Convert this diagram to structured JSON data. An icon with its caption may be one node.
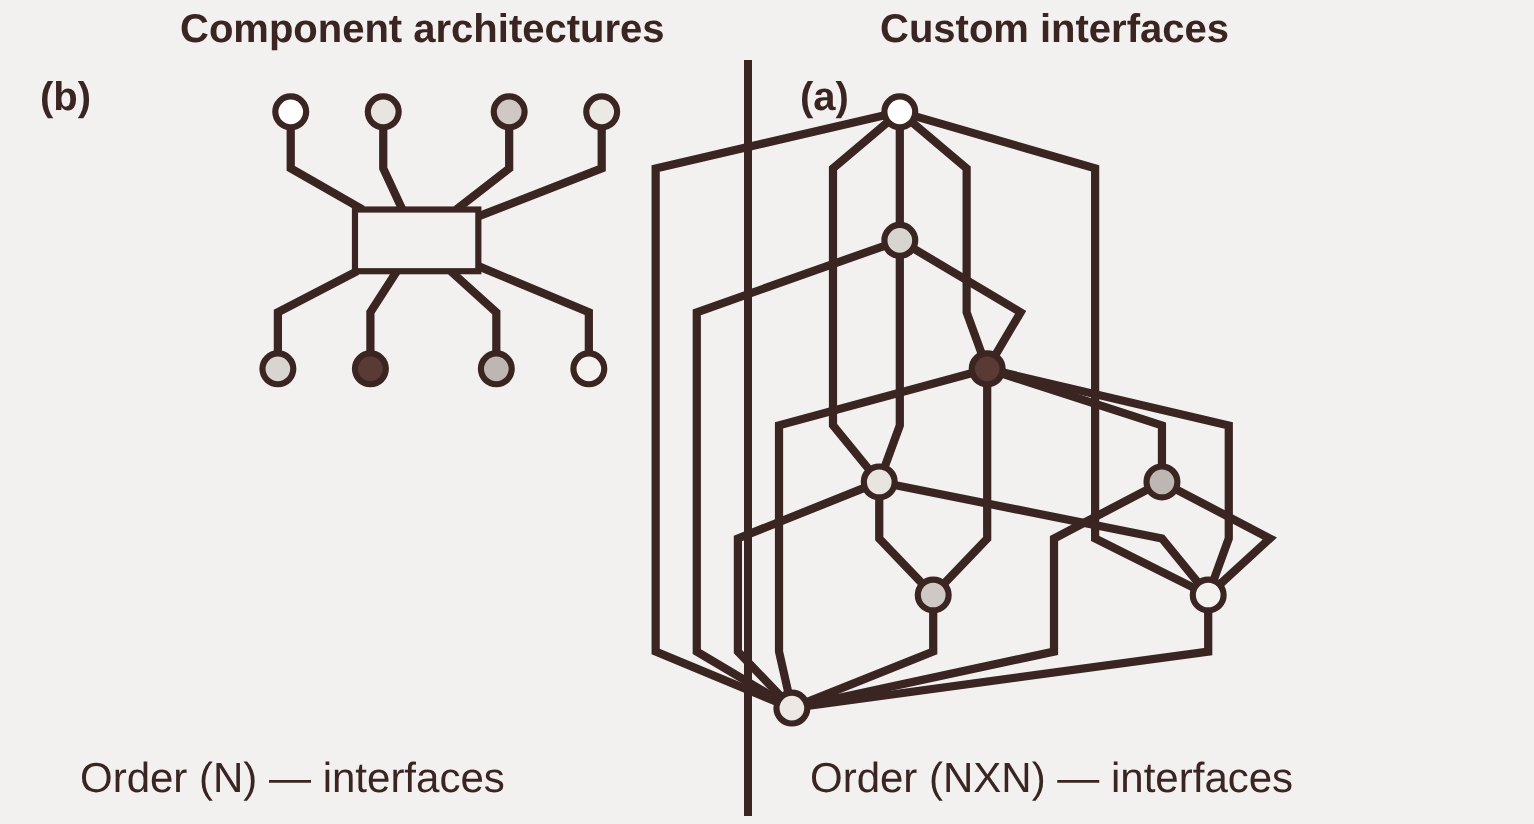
{
  "diagram": {
    "nodes": [
      {
        "text": [],
        "shape": "circle"
      },
      {
        "text": [],
        "shape": "circle"
      },
      {
        "text": [],
        "shape": "circle"
      },
      {
        "text": [],
        "shape": "circle"
      },
      {
        "text": [],
        "shape": "circle"
      },
      {
        "text": [],
        "shape": "circle"
      },
      {
        "text": [],
        "shape": "circle"
      },
      {
        "text": [],
        "shape": "circle"
      },
      {
        "text": [],
        "shape": "circle"
      },
      {
        "text": [],
        "shape": "circle"
      },
      {
        "text": [],
        "shape": "circle"
      },
      {
        "text": [],
        "shape": "circle"
      },
      {
        "text": [],
        "shape": "box"
      },
      {
        "text": [],
        "shape": "circle"
      },
      {
        "text": [],
        "shape": "circle"
      },
      {
        "text": [],
        "shape": "circle"
      },
      {
        "text": [],
        "shape": "circle"
      }
    ],
    "edges": [
      {
        "from": 0,
        "to": 1,
        "arrow": "none"
      },
      {
        "from": 0,
        "to": 2,
        "arrow": "none"
      },
      {
        "from": 0,
        "to": 3,
        "arrow": "none"
      },
      {
        "from": 0,
        "to": 7,
        "arrow": "none"
      },
      {
        "from": 0,
        "to": 6,
        "arrow": "none"
      },
      {
        "from": 1,
        "to": 2,
        "arrow": "none"
      },
      {
        "from": 1,
        "to": 3,
        "arrow": "none"
      },
      {
        "from": 1,
        "to": 6,
        "arrow": "none"
      },
      {
        "from": 2,
        "to": 4,
        "arrow": "none"
      },
      {
        "from": 2,
        "to": 6,
        "arrow": "none"
      },
      {
        "from": 2,
        "to": 7,
        "arrow": "none"
      },
      {
        "from": 3,
        "to": 4,
        "arrow": "none"
      },
      {
        "from": 3,
        "to": 5,
        "arrow": "none"
      },
      {
        "from": 3,
        "to": 6,
        "arrow": "none"
      },
      {
        "from": 3,
        "to": 7,
        "arrow": "none"
      },
      {
        "from": 4,
        "to": 6,
        "arrow": "none"
      },
      {
        "from": 5,
        "to": 7,
        "arrow": "none"
      },
      {
        "from": 5,
        "to": 6,
        "arrow": "none"
      },
      {
        "from": 7,
        "to": 6,
        "arrow": "none"
      },
      {
        "from": 8,
        "to": 12,
        "arrow": "none"
      },
      {
        "from": 9,
        "to": 12,
        "arrow": "none"
      },
      {
        "from": 10,
        "to": 12,
        "arrow": "none"
      },
      {
        "from": 11,
        "to": 12,
        "arrow": "none"
      },
      {
        "from": 12,
        "to": 13,
        "arrow": "none"
      },
      {
        "from": 12,
        "to": 14,
        "arrow": "none"
      },
      {
        "from": 12,
        "to": 15,
        "arrow": "none"
      },
      {
        "from": 12,
        "to": 16,
        "arrow": "none"
      }
    ],
    "labels": [
      "Custom interfaces",
      "Component architectures",
      "(a)",
      "(b)",
      "Order (NXN) — interfaces",
      "Order (N) — interfaces"
    ]
  }
}
